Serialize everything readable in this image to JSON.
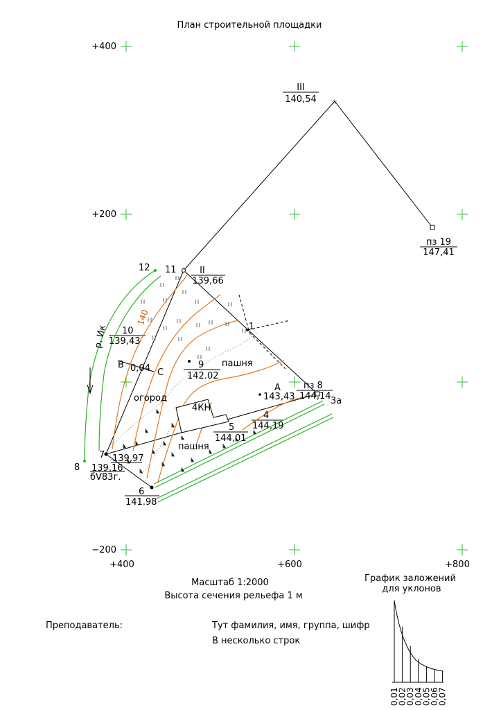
{
  "title": "План строительной площадки",
  "grid_labels": {
    "y400": "+400",
    "y200": "+200",
    "ym200": "−200",
    "x400": "+400",
    "x600": "+600",
    "x800": "+800"
  },
  "points": {
    "III_num": "III",
    "III_elev": "140,54",
    "pz19_num": "пз 19",
    "pz19_elev": "147,41",
    "II_num": "II",
    "II_elev": "139,66",
    "p11": "11",
    "p12": "12",
    "p1": "1",
    "p10_num": "10",
    "p10_elev": "139,43",
    "p9_num": "9",
    "p9_elev": "142.02",
    "pz8_num": "пз 8",
    "pz8_elev": "144,14",
    "pA": "А",
    "pA_elev": "143,43",
    "p3a": "3а",
    "p4_num": "4",
    "p4_elev": "144,19",
    "p5_num": "5",
    "p5_elev": "144,01",
    "p7": "7",
    "p7_elev": "139,97",
    "p8": "8",
    "bench_elev": "139,16",
    "bench_label": "бV83г.",
    "p6_num": "6",
    "p6_elev": "141.98",
    "pB": "В",
    "pC": "С",
    "bc_value": "0,04"
  },
  "map_labels": {
    "pashnya_top": "пашня",
    "ogorod": "огород",
    "building": "4КН",
    "pashnya_bottom": "пашня",
    "stream": "р. Ик",
    "contour_140": "140"
  },
  "footer": {
    "scale": "Масштаб 1:2000",
    "relief": "Высота сечения рельефа 1 м",
    "teacher_label": "Преподаватель:",
    "author_line1": "Тут фамилия, имя, группа, шифр",
    "author_line2": "В несколько строк"
  },
  "slope_chart": {
    "title_line1": "График заложений",
    "title_line2": "для уклонов",
    "slopes": [
      "0,01",
      "0,02",
      "0,03",
      "0,04",
      "0,05",
      "0,06",
      "0,07"
    ]
  },
  "colors": {
    "grid_cross": "#2fbf2f",
    "contour": "#e07a1e",
    "stream": "#27b227"
  }
}
